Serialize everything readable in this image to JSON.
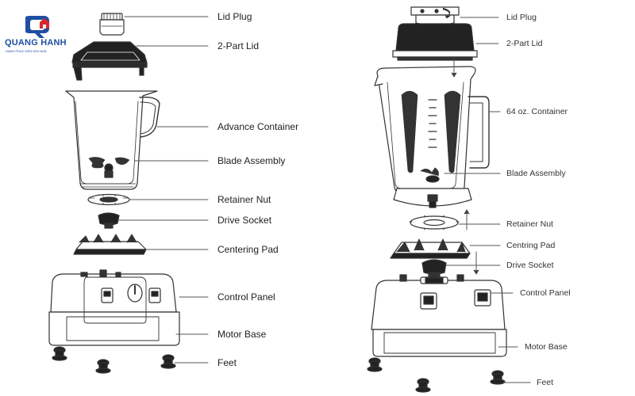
{
  "logo": {
    "brand": "QUANG HANH",
    "slogan": "HẠNH PHÚC ĐẾN MỌI NHÀ",
    "colors": {
      "blue": "#1f4fa3",
      "red": "#d9262c"
    }
  },
  "left_labels": {
    "lid_plug": "Lid Plug",
    "two_part_lid": "2-Part Lid",
    "advance_container": "Advance Container",
    "blade_assembly": "Blade Assembly",
    "retainer_nut": "Retainer Nut",
    "drive_socket": "Drive Socket",
    "centering_pad": "Centering Pad",
    "control_panel": "Control Panel",
    "motor_base": "Motor Base",
    "feet": "Feet"
  },
  "right_labels": {
    "lid_plug": "Lid Plug",
    "two_part_lid": "2-Part Lid",
    "container": "64 oz. Container",
    "blade_assembly": "Blade Assembly",
    "retainer_nut": "Retainer Nut",
    "centring_pad": "Centring Pad",
    "drive_socket": "Drive Socket",
    "control_panel": "Control Panel",
    "motor_base": "Motor Base",
    "feet": "Feet"
  }
}
